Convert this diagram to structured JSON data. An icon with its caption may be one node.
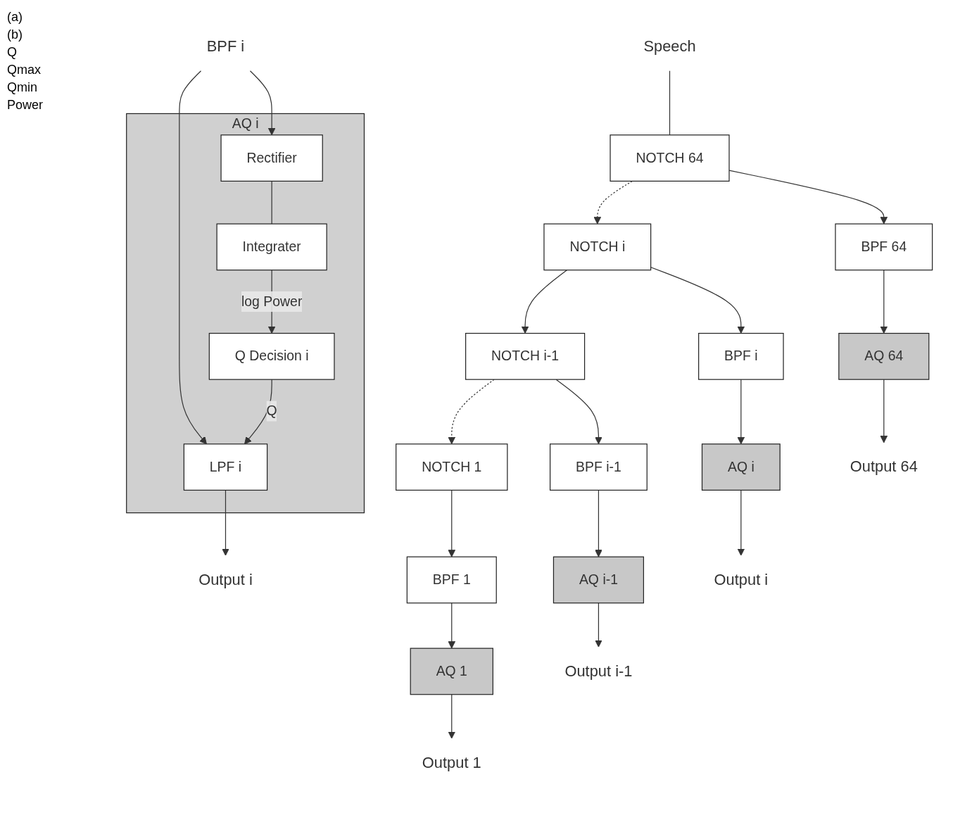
{
  "diagram": {
    "nodes": [
      {
        "text": [
          "Speech"
        ]
      },
      {
        "text": [
          "NOTCH 64"
        ]
      },
      {
        "text": [
          "NOTCH i"
        ]
      },
      {
        "text": [
          "NOTCH i-1"
        ]
      },
      {
        "text": [
          "NOTCH 1"
        ]
      },
      {
        "text": [
          "BPF 64"
        ]
      },
      {
        "text": [
          "BPF i"
        ]
      },
      {
        "text": [
          "BPF i-1"
        ]
      },
      {
        "text": [
          "BPF 1"
        ]
      },
      {
        "text": [
          "AQ 64"
        ]
      },
      {
        "text": [
          "AQ i"
        ]
      },
      {
        "text": [
          "AQ i-1"
        ]
      },
      {
        "text": [
          "AQ 1"
        ]
      },
      {
        "text": [
          "Output 64"
        ]
      },
      {
        "text": [
          "Output i"
        ]
      },
      {
        "text": [
          "Output i-1"
        ]
      },
      {
        "text": [
          "Output 1"
        ]
      },
      {
        "text": [
          "BPF i"
        ]
      },
      {
        "text": [
          "AQ i"
        ]
      },
      {
        "text": [
          "LPF i"
        ],
        "in": 18
      },
      {
        "text": [
          "Q Decision i"
        ],
        "in": 18
      },
      {
        "text": [
          "Rectifier"
        ],
        "in": 18
      },
      {
        "text": [
          "Integrater"
        ],
        "in": 18
      },
      {
        "text": [
          "Output i"
        ]
      }
    ],
    "edges": [
      {
        "from": 0,
        "to": 1,
        "arrow": "none"
      },
      {
        "from": 1,
        "to": 2,
        "arrow": "to",
        "style": "dashed"
      },
      {
        "from": 1,
        "to": 5,
        "arrow": "to"
      },
      {
        "from": 2,
        "to": 3,
        "arrow": "to"
      },
      {
        "from": 2,
        "to": 6,
        "arrow": "to"
      },
      {
        "from": 3,
        "to": 4,
        "arrow": "to",
        "style": "dashed"
      },
      {
        "from": 3,
        "to": 7,
        "arrow": "to"
      },
      {
        "from": 4,
        "to": 8,
        "arrow": "to"
      },
      {
        "from": 5,
        "to": 9,
        "arrow": "to"
      },
      {
        "from": 6,
        "to": 10,
        "arrow": "to"
      },
      {
        "from": 7,
        "to": 11,
        "arrow": "to"
      },
      {
        "from": 8,
        "to": 12,
        "arrow": "to"
      },
      {
        "from": 9,
        "to": 13,
        "arrow": "to"
      },
      {
        "from": 10,
        "to": 14,
        "arrow": "to"
      },
      {
        "from": 11,
        "to": 15,
        "arrow": "to"
      },
      {
        "from": 12,
        "to": 16,
        "arrow": "to"
      },
      {
        "from": 17,
        "to": 19,
        "arrow": "to"
      },
      {
        "from": 17,
        "to": 21,
        "arrow": "to"
      },
      {
        "from": 21,
        "to": 22,
        "arrow": "none"
      },
      {
        "from": 22,
        "to": 20,
        "arrow": "to",
        "label": "log Power"
      },
      {
        "from": 20,
        "to": 19,
        "arrow": "to",
        "label": "Q"
      },
      {
        "from": 19,
        "to": 23,
        "arrow": "to"
      }
    ],
    "labels": [
      "(a)",
      "(b)",
      "Q",
      "Qmax",
      "Qmin",
      "Power"
    ]
  }
}
